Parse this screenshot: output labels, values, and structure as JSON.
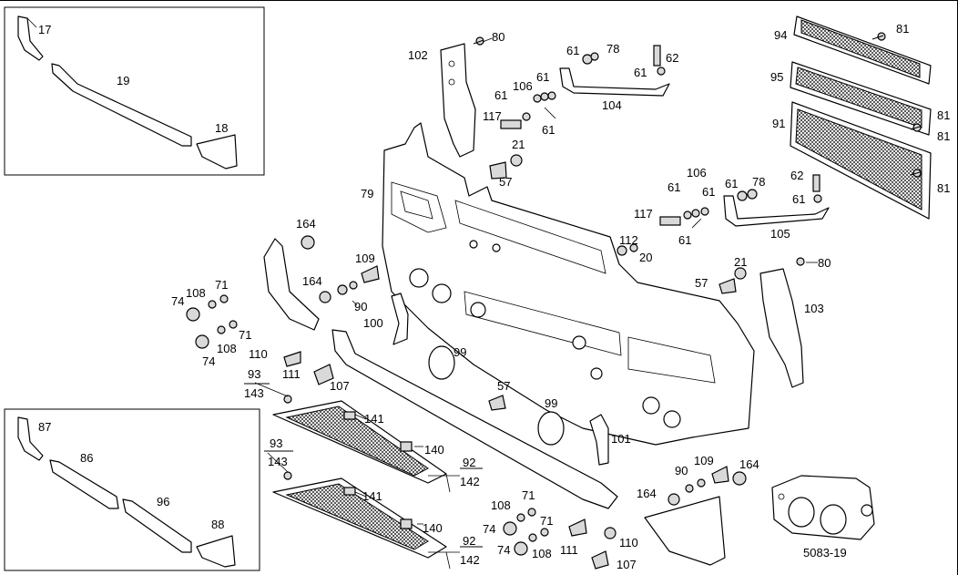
{
  "figure_code": "5083-19",
  "labels": [
    "17",
    "19",
    "18",
    "87",
    "86",
    "96",
    "88",
    "102",
    "80",
    "61",
    "78",
    "62",
    "104",
    "106",
    "117",
    "21",
    "57",
    "79",
    "164",
    "108",
    "71",
    "74",
    "109",
    "90",
    "110",
    "111",
    "107",
    "93",
    "143",
    "141",
    "140",
    "92",
    "142",
    "100",
    "99",
    "101",
    "112",
    "20",
    "105",
    "103",
    "94",
    "95",
    "91",
    "81"
  ]
}
